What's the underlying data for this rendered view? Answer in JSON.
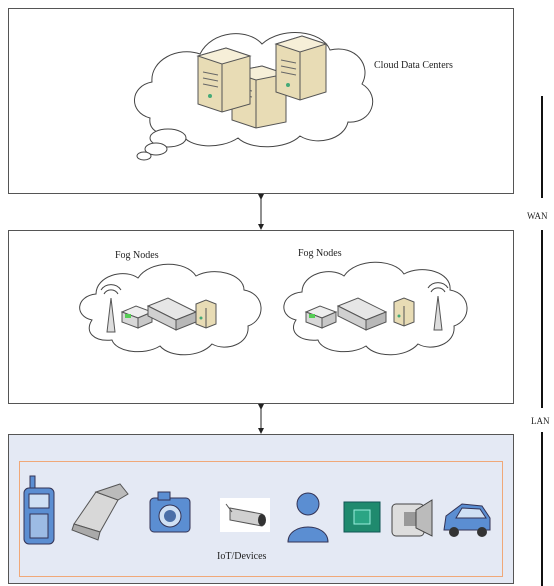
{
  "labels": {
    "cloud": "Cloud Data Centers",
    "fog_left": "Fog Nodes",
    "fog_right": "Fog Nodes",
    "iot": "IoT/Devices",
    "wan": "WAN",
    "lan": "LAN"
  },
  "icons": [
    "server-icon",
    "wireless-tower-icon",
    "gateway-icon",
    "switch-icon",
    "mobile-phone-icon",
    "flip-phone-icon",
    "camera-icon",
    "cctv-camera-icon",
    "user-icon",
    "chip-icon",
    "camcorder-icon",
    "car-icon"
  ],
  "colors": {
    "layer_border": "#555555",
    "iot_background": "#e4e9f4",
    "iot_inner_border": "#f0a878",
    "server": "#e8dcb5",
    "device_blue": "#5b8ed2"
  }
}
